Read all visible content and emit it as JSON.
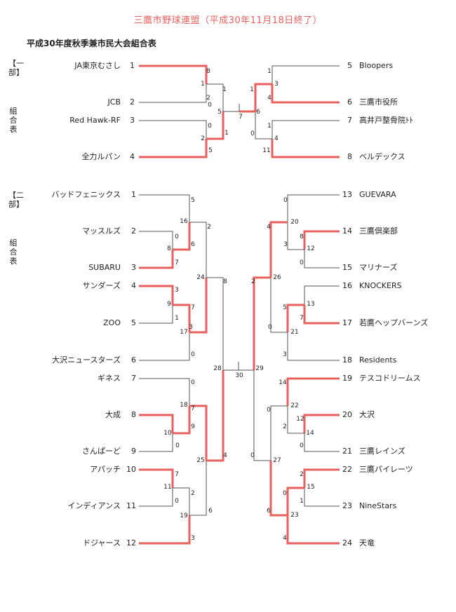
{
  "title": "三鷹市野球連盟（平成30年11月18日終了）",
  "subtitle": "平成30年度秋季兼市民大会組合表",
  "colors": {
    "win": "#e8605e",
    "line": "#555555",
    "title": "#e8605e"
  },
  "sections": [
    {
      "label": "【一部】",
      "sub": "組合表"
    },
    {
      "label": "【二部】",
      "sub": "組合表"
    }
  ],
  "div1": {
    "left": [
      {
        "no": "1",
        "name": "JA東京むさし"
      },
      {
        "no": "2",
        "name": "JCB"
      },
      {
        "no": "3",
        "name": "Red  Hawk-RF"
      },
      {
        "no": "4",
        "name": "全力ルパン"
      }
    ],
    "right": [
      {
        "no": "5",
        "name": "Bloopers"
      },
      {
        "no": "6",
        "name": "三鷹市役所"
      },
      {
        "no": "7",
        "name": "高井戸整骨院ﾄﾄ"
      },
      {
        "no": "8",
        "name": "ベルデックス"
      }
    ],
    "scores": [
      "8",
      "1",
      "1",
      "2",
      "0",
      "5",
      "0",
      "2",
      "1",
      "5",
      "1",
      "1",
      "3",
      "4",
      "6",
      "1",
      "0",
      "4",
      "11",
      "7"
    ]
  },
  "div2": {
    "left": [
      {
        "no": "1",
        "name": "バッドフェニックス"
      },
      {
        "no": "2",
        "name": "マッスルズ"
      },
      {
        "no": "3",
        "name": "SUBARU"
      },
      {
        "no": "4",
        "name": "サンダーズ"
      },
      {
        "no": "5",
        "name": "ZOO"
      },
      {
        "no": "6",
        "name": "大沢ニュースターズ"
      },
      {
        "no": "7",
        "name": "ギネス"
      },
      {
        "no": "8",
        "name": "大成"
      },
      {
        "no": "9",
        "name": "さんぱーど"
      },
      {
        "no": "10",
        "name": "アパッチ"
      },
      {
        "no": "11",
        "name": "インディアンス"
      },
      {
        "no": "12",
        "name": "ドジャース"
      }
    ],
    "right": [
      {
        "no": "13",
        "name": "GUEVARA"
      },
      {
        "no": "14",
        "name": "三鷹倶楽部"
      },
      {
        "no": "15",
        "name": "マリナーズ"
      },
      {
        "no": "16",
        "name": "KNOCKERS"
      },
      {
        "no": "17",
        "name": "若鷹ヘップバーンズ"
      },
      {
        "no": "18",
        "name": "Residents"
      },
      {
        "no": "19",
        "name": "テスコドリームス"
      },
      {
        "no": "20",
        "name": "大沢"
      },
      {
        "no": "21",
        "name": "三鷹レインズ"
      },
      {
        "no": "22",
        "name": "三鷹パイレーツ"
      },
      {
        "no": "23",
        "name": "NineStars"
      },
      {
        "no": "24",
        "name": "天竜"
      }
    ],
    "scores": [
      "5",
      "16",
      "0",
      "6",
      "8",
      "7",
      "2",
      "3",
      "9",
      "7",
      "1",
      "17",
      "3",
      "0",
      "24",
      "8",
      "28",
      "0",
      "18",
      "7",
      "9",
      "10",
      "0",
      "7",
      "11",
      "2",
      "0",
      "19",
      "25",
      "6",
      "3",
      "4",
      "0",
      "20",
      "4",
      "8",
      "12",
      "3",
      "0",
      "2",
      "26",
      "13",
      "5",
      "7",
      "21",
      "0",
      "3",
      "29",
      "14",
      "22",
      "0",
      "12",
      "14",
      "2",
      "0",
      "0",
      "27",
      "2",
      "15",
      "1",
      "0",
      "23",
      "6",
      "4",
      "30"
    ]
  }
}
